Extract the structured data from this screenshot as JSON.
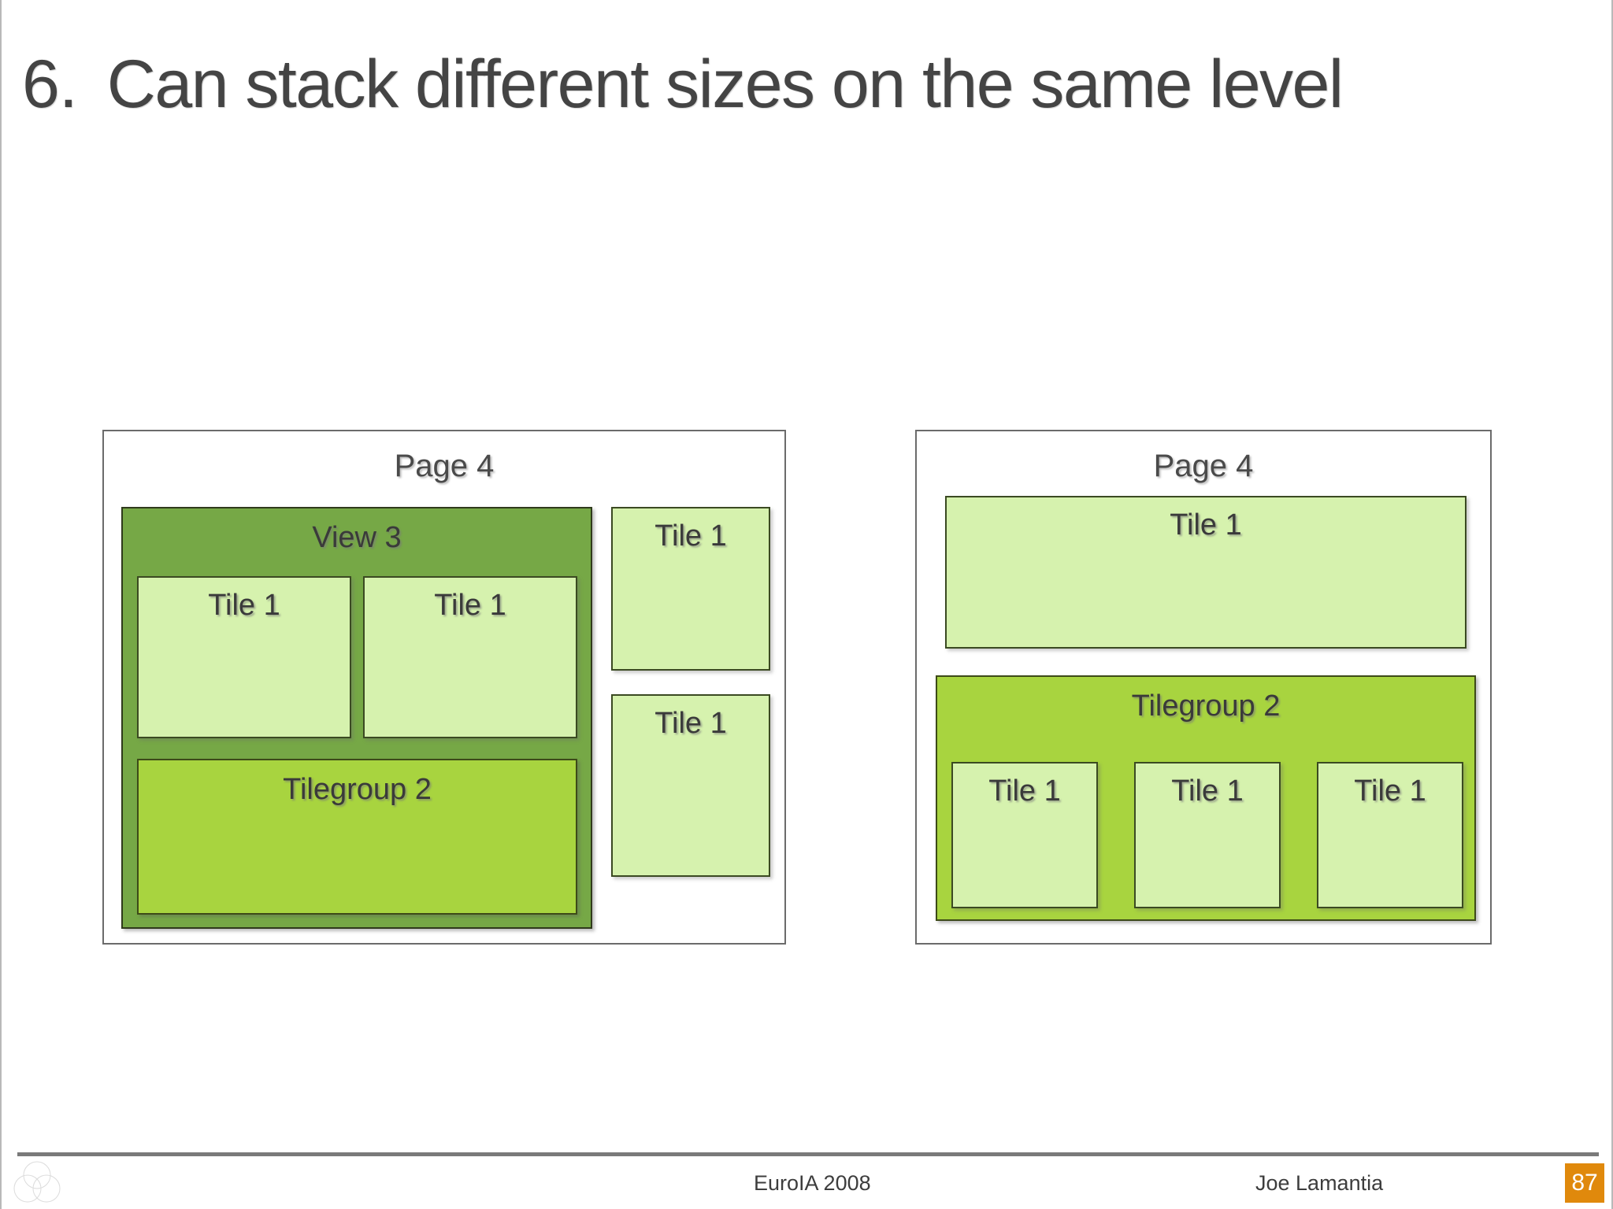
{
  "slide": {
    "title_number": "6.",
    "title_text": "Can stack different sizes on the same level"
  },
  "diagram_left": {
    "page_label": "Page 4",
    "view": {
      "label": "View 3",
      "tiles": [
        {
          "label": "Tile 1"
        },
        {
          "label": "Tile 1"
        }
      ],
      "tilegroup": {
        "label": "Tilegroup 2"
      }
    },
    "side_tiles": [
      {
        "label": "Tile 1"
      },
      {
        "label": "Tile 1"
      }
    ]
  },
  "diagram_right": {
    "page_label": "Page 4",
    "top_tile": {
      "label": "Tile 1"
    },
    "tilegroup": {
      "label": "Tilegroup 2",
      "tiles": [
        {
          "label": "Tile 1"
        },
        {
          "label": "Tile 1"
        },
        {
          "label": "Tile 1"
        }
      ]
    }
  },
  "footer": {
    "event": "EuroIA 2008",
    "author": "Joe Lamantia",
    "page_number": "87",
    "logo_icon": "venn-circles-logo"
  },
  "colors": {
    "view_green": "#76a846",
    "tilegroup_green": "#a8d43f",
    "tile_green": "#d6f2ae",
    "container_border": "#6b6b6b",
    "badge_orange": "#e0890c",
    "title_gray": "#444444"
  }
}
